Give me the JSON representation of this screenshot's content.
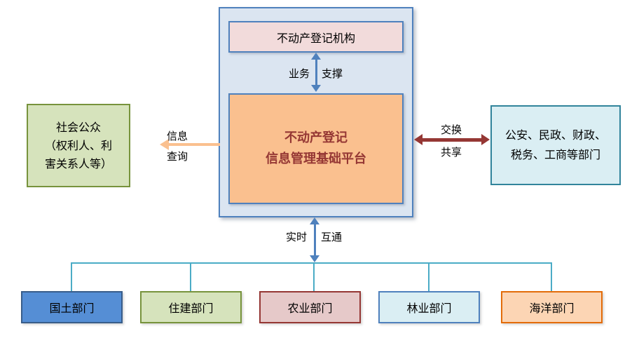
{
  "diagram": {
    "registry_box": {
      "label": "不动产登记机构"
    },
    "platform_box": {
      "line1": "不动产登记",
      "line2": "信息管理基础平台"
    },
    "public_box": {
      "line1": "社会公众",
      "line2": "（权利人、利",
      "line3": "害关系人等）"
    },
    "agencies_box": {
      "line1": "公安、民政、财政、",
      "line2": "税务、工商等部门"
    },
    "labels": {
      "business": "业务",
      "support": "支撑",
      "info": "信息",
      "query": "查询",
      "exchange": "交换",
      "share": "共享",
      "realtime": "实时",
      "interop": "互通"
    },
    "departments": [
      {
        "label": "国土部门",
        "fill": "#558ed5",
        "border": "#385d8a"
      },
      {
        "label": "住建部门",
        "fill": "#d6e3bc",
        "border": "#77933c"
      },
      {
        "label": "农业部门",
        "fill": "#e6c9c9",
        "border": "#953734"
      },
      {
        "label": "林业部门",
        "fill": "#daeef3",
        "border": "#4f81bd"
      },
      {
        "label": "海洋部门",
        "fill": "#fcd5b4",
        "border": "#e36c09"
      }
    ],
    "colors": {
      "container_fill": "#dbe5f1",
      "container_border": "#4f81bd",
      "registry_fill": "#f2dbdb",
      "platform_fill": "#fac08f",
      "platform_text": "#953734",
      "public_fill": "#d6e3bc",
      "public_border": "#77933c",
      "agencies_fill": "#daeef3",
      "agencies_border": "#31849b",
      "blue_arrow": "#4f81bd",
      "orange_arrow": "#fac08f",
      "red_arrow": "#953734",
      "connector_line": "#4bacc6"
    }
  }
}
